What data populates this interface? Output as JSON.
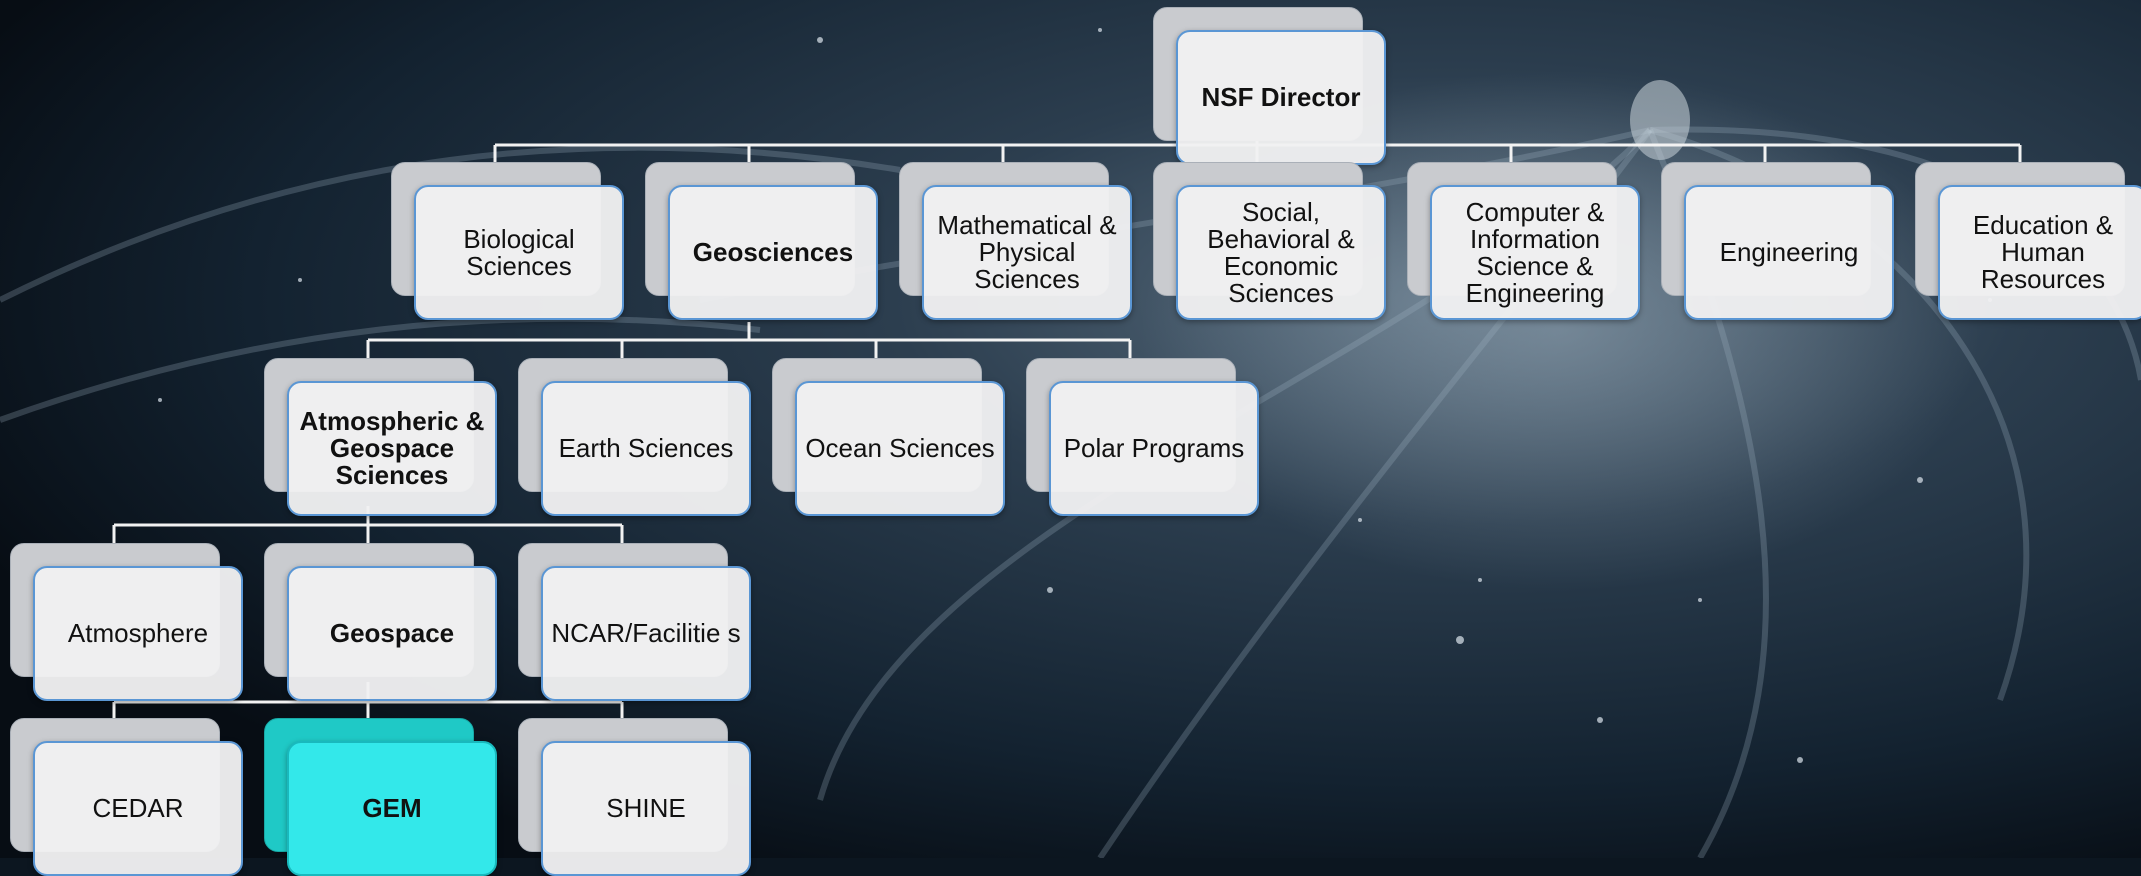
{
  "colors": {
    "card_fill": "#f0f0f1",
    "card_border": "#5a96d4",
    "shadow_fill": "#c9cbcf",
    "highlight_fill": "#33e8ea",
    "connector": "#f2f2f2",
    "background": "#0c1620"
  },
  "org_chart": {
    "director": "NSF Director",
    "directorates": {
      "biological": "Biological Sciences",
      "geosciences": "Geosciences",
      "math_physical": "Mathematical & Physical Sciences",
      "social": "Social, Behavioral & Economic Sciences",
      "computer": "Computer & Information Science & Engineering",
      "engineering": "Engineering",
      "education": "Education & Human Resources"
    },
    "geo_divisions": {
      "ags": "Atmospheric & Geospace Sciences",
      "earth": "Earth Sciences",
      "ocean": "Ocean Sciences",
      "polar": "Polar Programs"
    },
    "ags_sections": {
      "atmosphere": "Atmosphere",
      "geospace": "Geospace",
      "ncar": "NCAR/Facilitie s"
    },
    "geospace_programs": {
      "cedar": "CEDAR",
      "gem": "GEM",
      "shine": "SHINE"
    }
  }
}
